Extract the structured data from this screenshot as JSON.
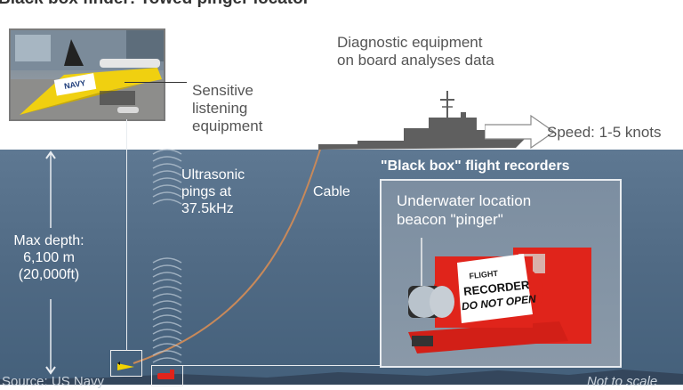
{
  "title": "Black box finder: Towed pinger locator",
  "labels": {
    "sensitive": [
      "Sensitive",
      "listening",
      "equipment"
    ],
    "diagnostic": [
      "Diagnostic equipment",
      "on board analyses data"
    ],
    "speed": "Speed: 1-5 knots",
    "ultrasonic": [
      "Ultrasonic",
      "pings at",
      "37.5kHz"
    ],
    "cable": "Cable",
    "max_depth": [
      "Max depth:",
      "6,100 m",
      "(20,000ft)"
    ],
    "black_box_title": "\"Black box\" flight recorders",
    "beacon": [
      "Underwater location",
      "beacon \"pinger\""
    ],
    "source": "Source: US Navy",
    "not_to_scale": "Not to scale"
  },
  "photo_text": {
    "navy_decal": "NAVY",
    "recorder_lines": [
      "FLIGHT",
      "RECORDER",
      "DO NOT OPEN"
    ]
  },
  "colors": {
    "sea_top": "#5e7892",
    "sea_bottom": "#44607b",
    "ship": "#5f5f5f",
    "locator_yellow": "#f2d400",
    "recorder_red": "#e0241b",
    "cable": "#c8895a"
  }
}
